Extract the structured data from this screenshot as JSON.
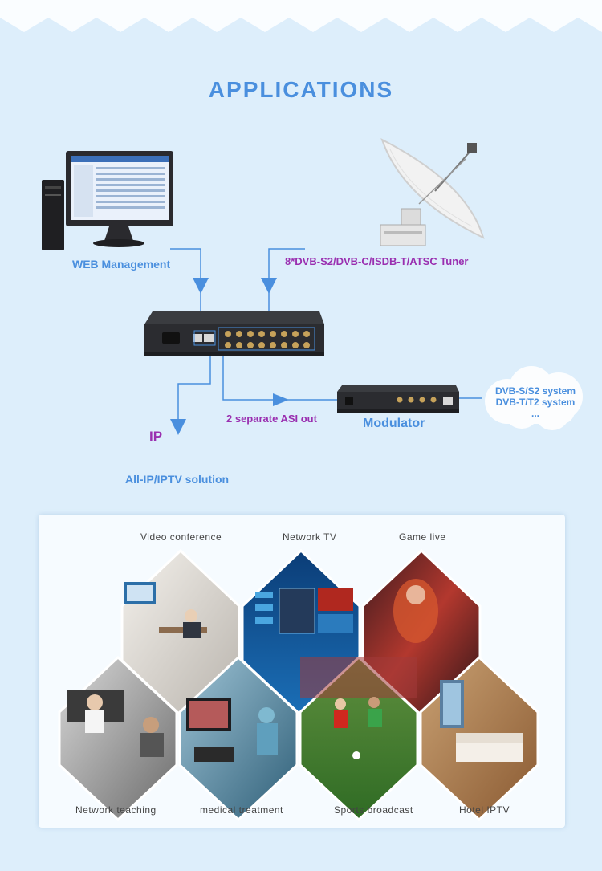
{
  "title": "APPLICATIONS",
  "diagram": {
    "web_management": "WEB Management",
    "tuner": "8*DVB-S2/DVB-C/ISDB-T/ATSC Tuner",
    "asi_out": "2 separate ASI out",
    "modulator": "Modulator",
    "ip": "IP",
    "iptv_solution": "All-IP/IPTV solution",
    "cloud": {
      "line1": "DVB-S/S2 system",
      "line2": "DVB-T/T2 system",
      "line3": "..."
    }
  },
  "applications": {
    "top": [
      "Video conference",
      "Network TV",
      "Game live"
    ],
    "bottom": [
      "Network teaching",
      "medical treatment",
      "Sports broadcast",
      "Hotel IPTV"
    ]
  },
  "colors": {
    "accent_blue": "#4a8fde",
    "accent_purple": "#9a2fb0",
    "background": "#ddeefb"
  }
}
